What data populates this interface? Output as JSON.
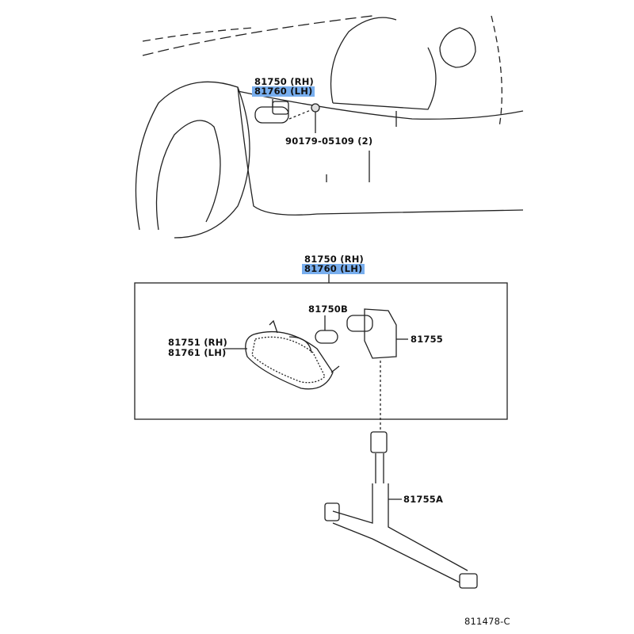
{
  "highlight_color": "#78aeee",
  "labels": {
    "top_assy_rh": "81750 (RH)",
    "top_assy_lh": "81760 (LH)",
    "screw": "90179-05109 (2)",
    "box_assy_rh": "81750 (RH)",
    "box_assy_lh": "81760 (LH)",
    "bulb": "81750B",
    "lens_rh": "81751 (RH)",
    "lens_lh": "81761 (LH)",
    "socket": "81755",
    "wire": "81755A",
    "diagram_code": "811478-C"
  }
}
